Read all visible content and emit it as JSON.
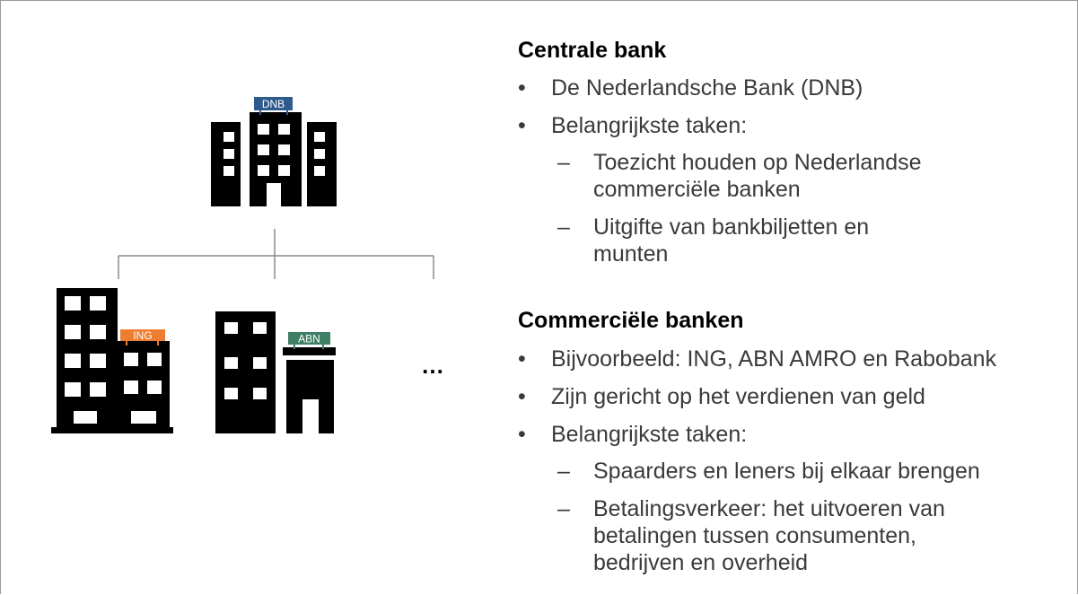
{
  "diagram": {
    "central_bank_label": "DNB",
    "commercial_banks": [
      {
        "label": "ING",
        "color": "#ed7d31"
      },
      {
        "label": "ABN",
        "color": "#3f7f65"
      }
    ],
    "central_bank_color": "#2f5a8c",
    "ellipsis": "…"
  },
  "sections": {
    "central": {
      "title": "Centrale bank",
      "bullets": [
        "De Nederlandsche Bank (DNB)",
        "Belangrijkste taken:"
      ],
      "subs": [
        [
          "Toezicht houden op Nederlandse",
          "commerciële banken"
        ],
        [
          "Uitgifte van bankbiljetten en",
          "munten"
        ]
      ]
    },
    "commercial": {
      "title": "Commerciële banken",
      "bullets": [
        "Bijvoorbeeld: ING, ABN AMRO en Rabobank",
        "Zijn gericht op het verdienen van geld",
        "Belangrijkste taken:"
      ],
      "subs": [
        [
          "Spaarders en leners bij elkaar brengen"
        ],
        [
          "Betalingsverkeer: het uitvoeren van",
          "betalingen tussen consumenten,",
          "bedrijven en overheid"
        ]
      ]
    },
    "bullet_glyph": "•",
    "dash_glyph": "–"
  }
}
